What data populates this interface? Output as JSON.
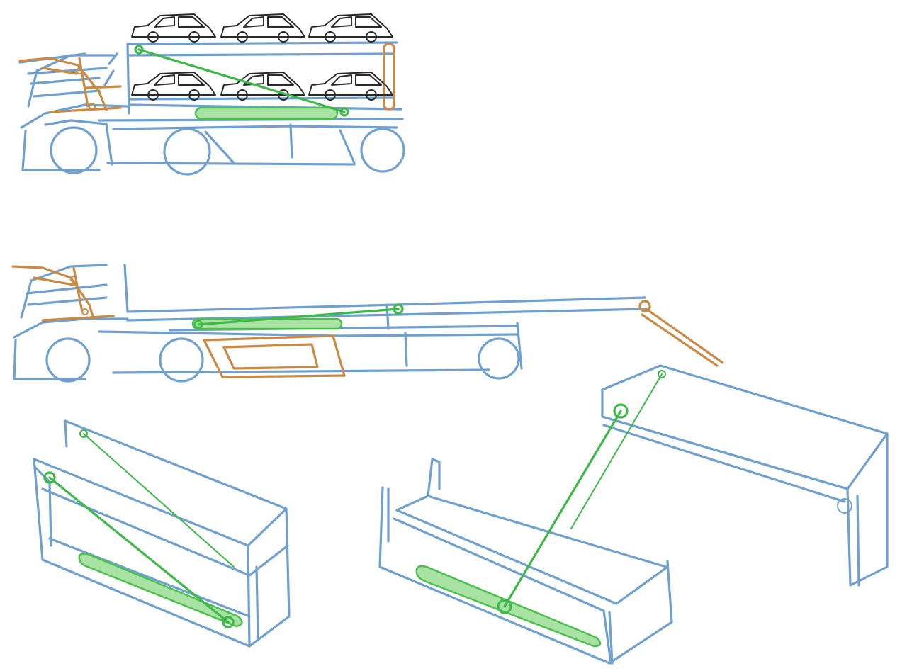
{
  "colors": {
    "frame": "#6fa0cf",
    "mechanism": "#c98a45",
    "linkage": "#3fb84a",
    "cars": "#2a2a2a",
    "background": "#ffffff"
  },
  "sketches": [
    {
      "id": "car-carrier-truck-loaded",
      "parts": [
        "cab",
        "upper-deck",
        "lower-deck",
        "six-cars",
        "linkage-arm",
        "wheels"
      ]
    },
    {
      "id": "car-carrier-truck-extended",
      "parts": [
        "cab",
        "extended-deck",
        "ramp-arm",
        "orange-ramp-frame",
        "linkage-arm",
        "wheels"
      ]
    },
    {
      "id": "deck-detail-closed",
      "parts": [
        "box-frame",
        "slot",
        "linkage-arm"
      ]
    },
    {
      "id": "deck-detail-open",
      "parts": [
        "lower-box",
        "raised-deck",
        "slot",
        "linkage-arm"
      ]
    }
  ]
}
